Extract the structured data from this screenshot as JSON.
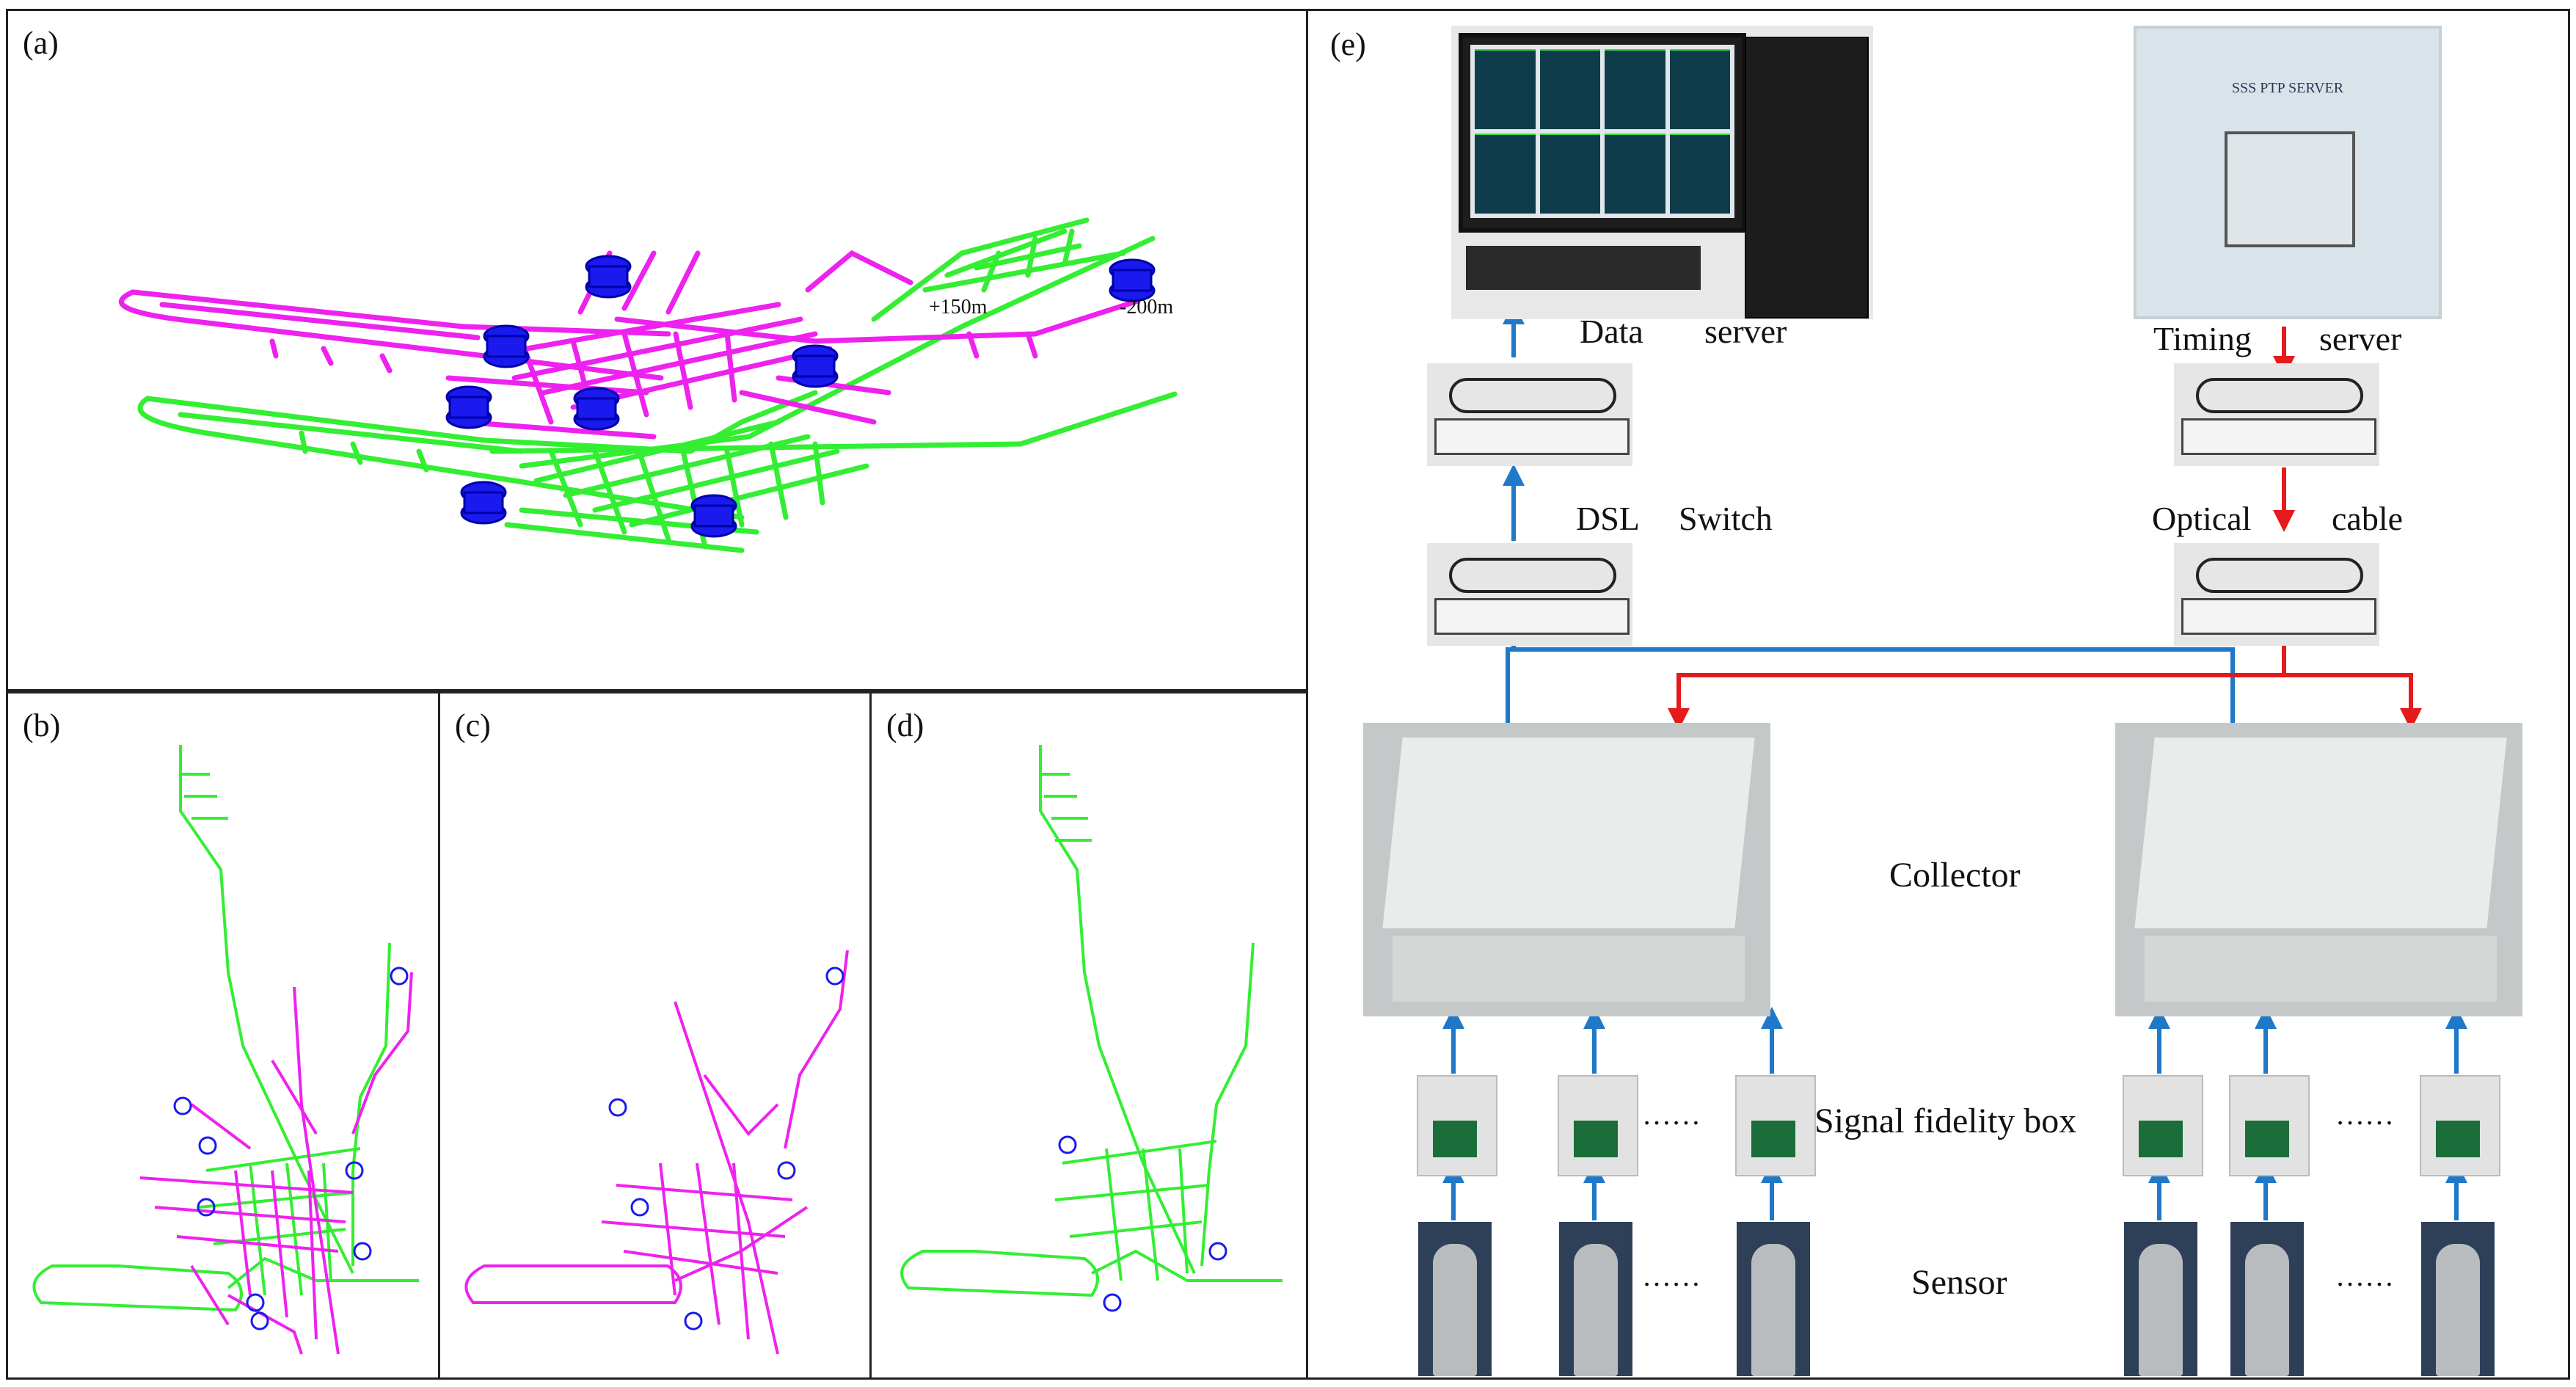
{
  "colors": {
    "upper_level": "#ee22ee",
    "lower_level": "#33ee33",
    "station_marker": "#1a1aee",
    "data_arrow": "#1f78c8",
    "timing_arrow": "#e51a1a"
  },
  "panels": {
    "a": {
      "label": "(a)",
      "elev_upper": "+150m",
      "elev_lower": "-200m"
    },
    "b": {
      "label": "(b)"
    },
    "c": {
      "label": "(c)"
    },
    "d": {
      "label": "(d)"
    },
    "e": {
      "label": "(e)",
      "screen_title": "SSS PTP SERVER",
      "data_server": [
        "Data",
        "server"
      ],
      "timing_server": [
        "Timing",
        "server"
      ],
      "dsl_switch": [
        "DSL",
        "Switch"
      ],
      "optical_cable": [
        "Optical",
        "cable"
      ],
      "collector": "Collector",
      "signal_box": "Signal fidelity box",
      "sensor": "Sensor",
      "ellipsis": "……"
    }
  }
}
